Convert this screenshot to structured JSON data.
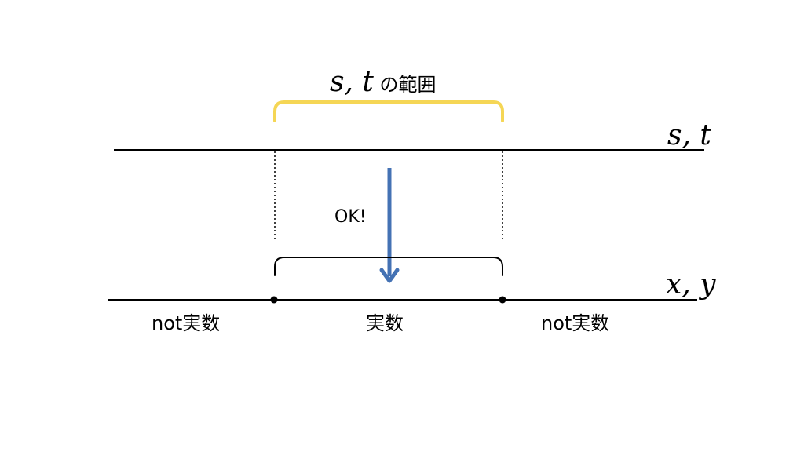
{
  "title": {
    "math": "s, t",
    "suffix": " の範囲"
  },
  "axes": {
    "top_label": "s, t",
    "bottom_label": "x, y"
  },
  "arrow_label": "OK!",
  "regions": {
    "left": "not実数",
    "middle": "実数",
    "right": "not実数"
  },
  "colors": {
    "top_brace": "#f5d655",
    "bottom_brace": "#000000",
    "arrow": "#4472b4",
    "line": "#000000"
  }
}
